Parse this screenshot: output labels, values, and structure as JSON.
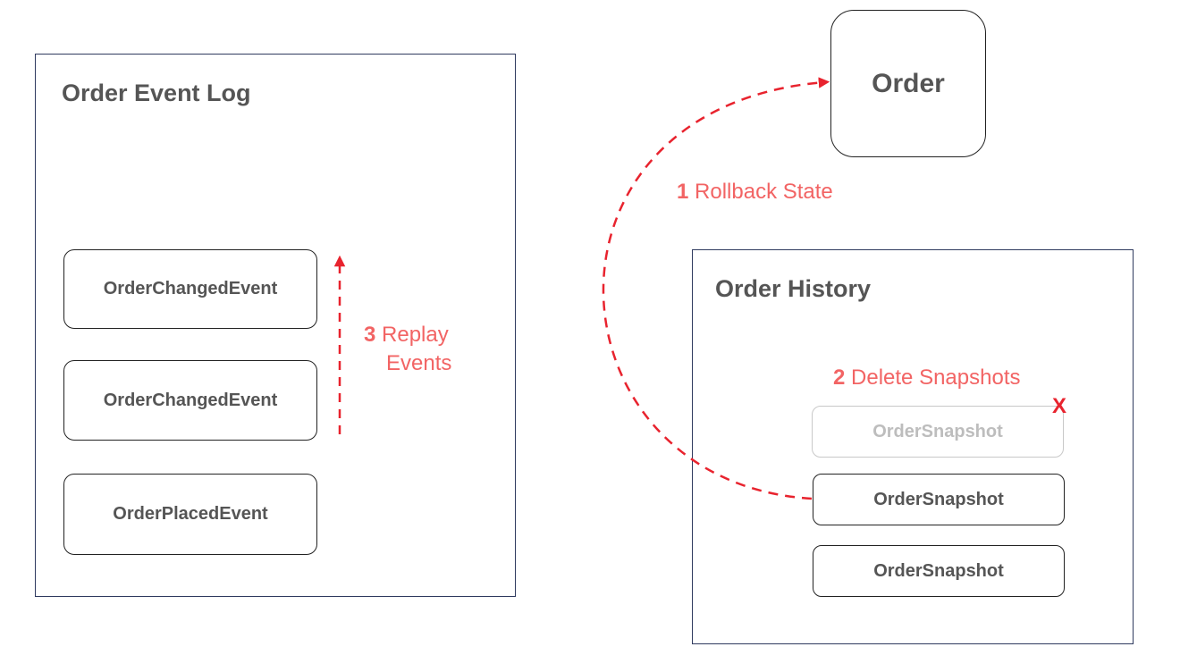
{
  "event_log": {
    "title": "Order Event Log",
    "events": [
      "OrderChangedEvent",
      "OrderChangedEvent",
      "OrderPlacedEvent"
    ]
  },
  "order": {
    "title": "Order"
  },
  "history": {
    "title": "Order History",
    "snapshots": [
      "OrderSnapshot",
      "OrderSnapshot",
      "OrderSnapshot"
    ],
    "delete_mark": "X"
  },
  "steps": {
    "rollback": {
      "num": "1",
      "text": "Rollback State"
    },
    "delete": {
      "num": "2",
      "text": "Delete Snapshots"
    },
    "replay": {
      "num": "3",
      "text_line1": "Replay",
      "text_line2": "Events"
    }
  },
  "colors": {
    "accent": "#f26464",
    "arrow": "#e8232e",
    "panel_border": "#2f3a5f",
    "text": "#555555"
  }
}
